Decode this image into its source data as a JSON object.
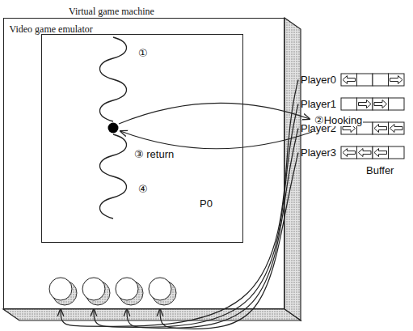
{
  "diagram": {
    "nodes": [
      {
        "text": [
          "Virtual game machine"
        ]
      },
      {
        "text": [
          "Video game emulator"
        ],
        "in": 0
      },
      {
        "text": [
          "Player0"
        ]
      },
      {
        "text": [
          "Player1"
        ]
      },
      {
        "text": [
          "Player2"
        ]
      },
      {
        "text": [
          "Player3"
        ]
      }
    ],
    "edges": [
      {
        "from": 2,
        "to": 0,
        "arrow": "to"
      },
      {
        "from": 3,
        "to": 0,
        "arrow": "to"
      },
      {
        "from": 4,
        "to": 0,
        "arrow": "to"
      },
      {
        "from": 5,
        "to": 0,
        "arrow": "to"
      }
    ],
    "labels": [
      "①",
      "②Hooking",
      "③ return",
      "④",
      "P0",
      "Buffer"
    ]
  }
}
